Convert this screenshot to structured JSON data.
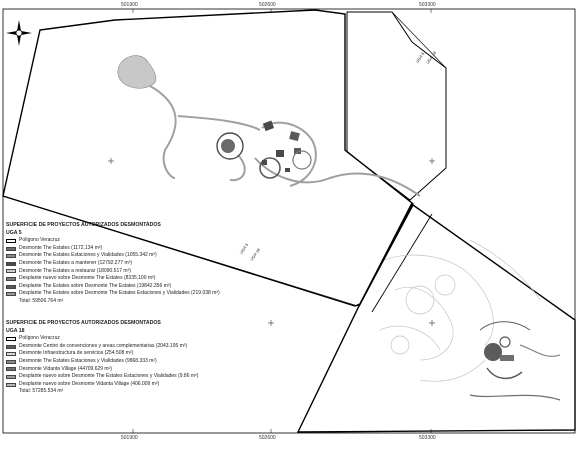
{
  "coords": {
    "top": [
      "501900",
      "502600",
      "503300"
    ],
    "bottom": [
      "501900",
      "502600",
      "503300"
    ]
  },
  "boundary_labels": {
    "upper": [
      "UGA 5",
      "UGA 18"
    ],
    "middle": [
      "UGA 5",
      "UGA 18"
    ]
  },
  "legend_uga5": {
    "heading": "SUPERFICIE DE PROYECTOS AUTORIZADOS DESMONTADOS",
    "uga": "UGA 5",
    "items": [
      {
        "label": "Polígono Veracruz",
        "color": "#ffffff",
        "outline": true
      },
      {
        "label": "Desmonte The Estates  (1172.134 m²)",
        "color": "#6a6a6a"
      },
      {
        "label": "Desmonte The Estates Estaciones y Vialidades  (1055.342 m²)",
        "color": "#8c8c8c"
      },
      {
        "label": "Desmonte The Estates a mantener  (12792.277 m²)",
        "color": "#4a4a4a"
      },
      {
        "label": "Desmonte The Estates a restaurar  (18090.517 m²)",
        "color": "#cfcfcf"
      },
      {
        "label": "Desplante nuevo sobre Desmonte The Estates  (8335.100 m²)",
        "color": "#7a7a7a"
      },
      {
        "label": "Desplante The Estates sobre Desmonte The Estates  (19842.356 m²)",
        "color": "#5a5a5a"
      },
      {
        "label": "Desplante The Estates sobre Desmonte The Estates Estaciones y Vialidades  (219.038 m²)",
        "color": "#9a9a9a"
      }
    ],
    "total": "Total: 59506.764 m²"
  },
  "legend_uga18": {
    "heading": "SUPERFICIE DE PROYECTOS AUTORIZADOS DESMONTADOS",
    "uga": "UGA 18",
    "items": [
      {
        "label": "Polígono Veracruz",
        "color": "#ffffff",
        "outline": true
      },
      {
        "label": "Desmonte Centro de convenciones y areas complementarias  (2043.195 m²)",
        "color": "#5c5c5c"
      },
      {
        "label": "Desmonte Infraestructura de servicios  (254.508 m²)",
        "color": "#d6d6d6"
      },
      {
        "label": "Desmonte The Estates Estaciones y Vialidades  (9868.333 m²)",
        "color": "#8a8a8a"
      },
      {
        "label": "Desmonte Vidanta Village  (44709.629 m²)",
        "color": "#6e6e6e"
      },
      {
        "label": "Desplante nuevo sobre Desmonte The Estates Estaciones y Vialidades  (9.86 m²)",
        "color": "#9e9e9e"
      },
      {
        "label": "Desplante nuevo sobre Desmonte Vidanta Village  (406.009 m²)",
        "color": "#b4b4b4"
      }
    ],
    "total": "Total: 57285.534 m²"
  },
  "colors": {
    "road": "#a0a0a0",
    "footprint_dark": "#4a4a4a",
    "footprint_mid": "#7a7a7a",
    "outline": "#000000"
  },
  "icons": {
    "north_arrow": "compass-rose-icon"
  }
}
